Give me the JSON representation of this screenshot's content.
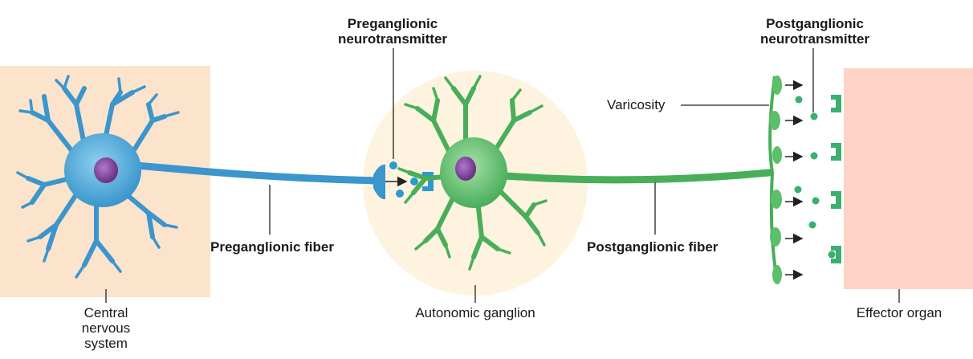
{
  "labels": {
    "preganglionic_neurotransmitter_1": "Preganglionic",
    "preganglionic_neurotransmitter_2": "neurotransmitter",
    "postganglionic_neurotransmitter_1": "Postganglionic",
    "postganglionic_neurotransmitter_2": "neurotransmitter",
    "varicosity": "Varicosity",
    "preganglionic_fiber": "Preganglionic fiber",
    "postganglionic_fiber": "Postganglionic fiber",
    "cns_1": "Central",
    "cns_2": "nervous",
    "cns_3": "system",
    "autonomic_ganglion": "Autonomic ganglion",
    "effector_organ": "Effector organ"
  },
  "colors": {
    "cns_region": "#fbe3cc",
    "ganglion_region": "#fdf3df",
    "effector_region": "#fcd3c4",
    "pre_neuron": "#4aa8d8",
    "pre_neuron_dark": "#2a7fb0",
    "post_neuron": "#5cbf6a",
    "post_neuron_dark": "#3a9a4a",
    "nucleus": "#8a4aa0",
    "leader_line": "#222222"
  }
}
